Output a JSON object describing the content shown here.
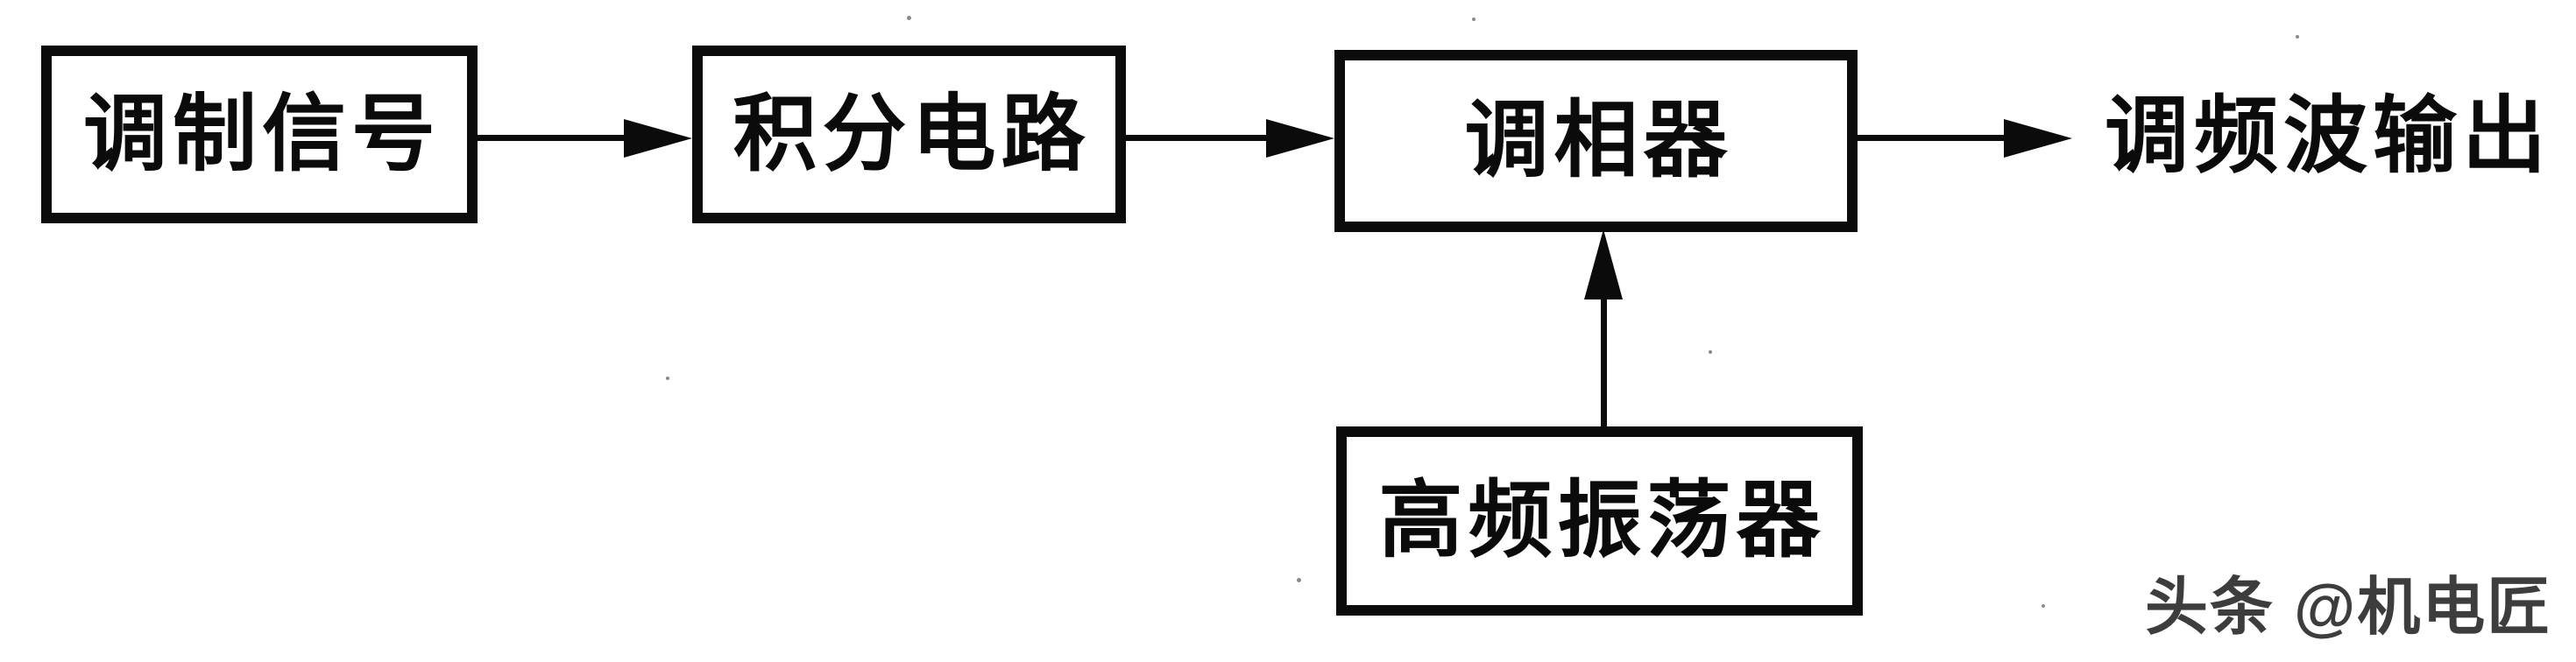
{
  "diagram": {
    "title_semantic": "Indirect FM generation block diagram",
    "background_color": "#ffffff",
    "ink_color": "#0b0b0b",
    "watermark_color": "#3d3d3d",
    "nodes": [
      {
        "id": "modulating-signal",
        "label": "调制信号"
      },
      {
        "id": "integrator-circuit",
        "label": "积分电路"
      },
      {
        "id": "phase-modulator",
        "label": "调相器"
      },
      {
        "id": "hf-oscillator",
        "label": "高频振荡器"
      }
    ],
    "output_label": "调频波输出",
    "edges": [
      {
        "from": "modulating-signal",
        "to": "integrator-circuit",
        "direction": "right"
      },
      {
        "from": "integrator-circuit",
        "to": "phase-modulator",
        "direction": "right"
      },
      {
        "from": "phase-modulator",
        "to": "fm-wave-output",
        "direction": "right"
      },
      {
        "from": "hf-oscillator",
        "to": "phase-modulator",
        "direction": "up"
      }
    ],
    "watermark": "头条 @机电匠"
  }
}
